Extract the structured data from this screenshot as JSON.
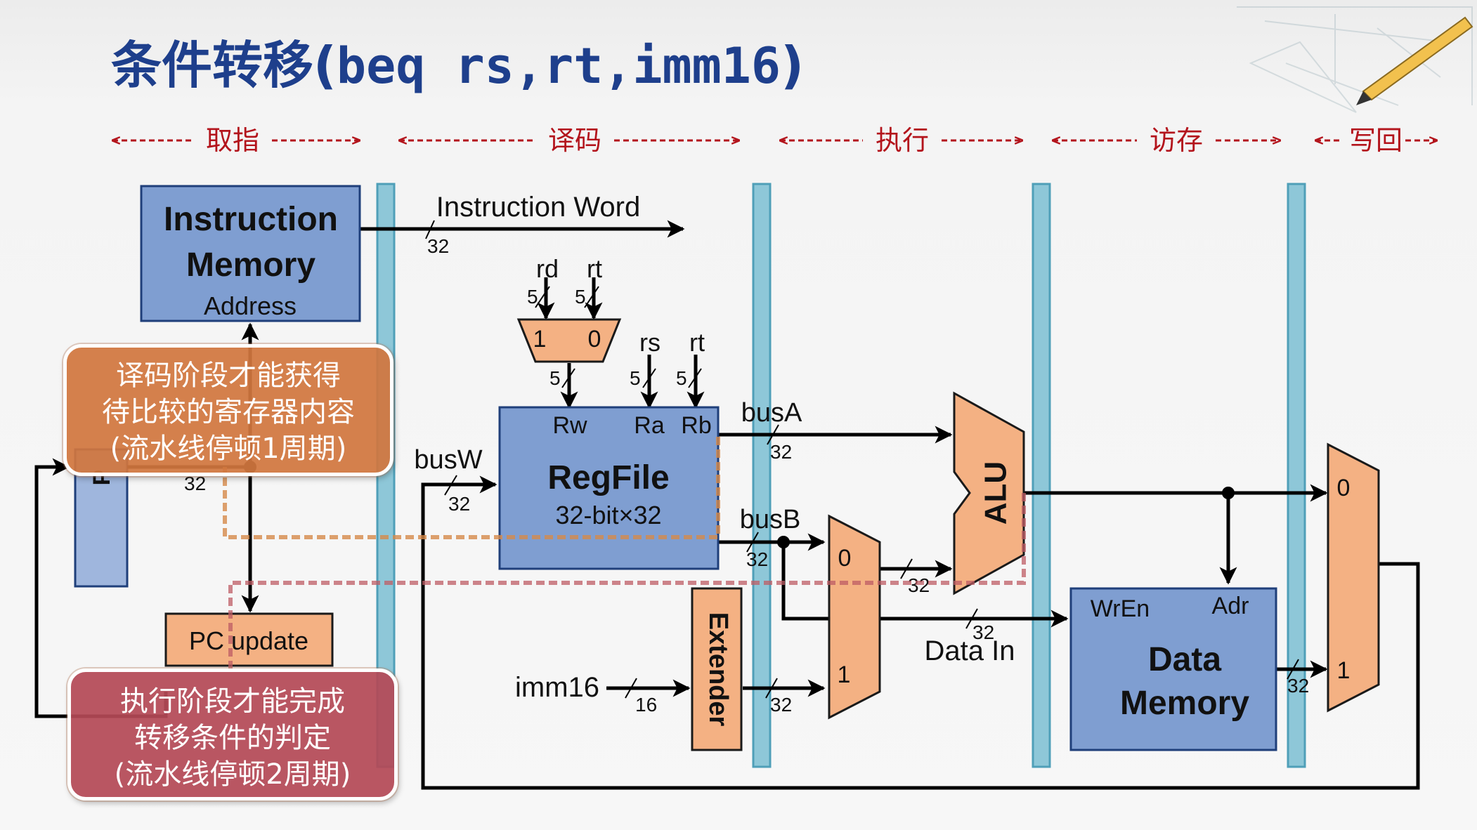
{
  "title": {
    "main": "条件转移",
    "paren_open": "(",
    "code": "beq rs,rt,imm16",
    "paren_close": ")"
  },
  "stages": [
    {
      "label": "取指"
    },
    {
      "label": "译码"
    },
    {
      "label": "执行"
    },
    {
      "label": "访存"
    },
    {
      "label": "写回"
    }
  ],
  "blocks": {
    "instruction_memory": {
      "line1": "Instruction",
      "line2": "Memory",
      "port": "Address"
    },
    "regfile": {
      "name": "RegFile",
      "size": "32-bit×32",
      "rw": "Rw",
      "ra": "Ra",
      "rb": "Rb"
    },
    "pc_update": "PC update",
    "extender": "Extender",
    "alu": "ALU",
    "data_memory": {
      "line1": "Data",
      "line2": "Memory",
      "wren": "WrEn",
      "adr": "Adr"
    },
    "pc_partial": "P"
  },
  "signals": {
    "instruction_word": "Instruction Word",
    "rd": "rd",
    "rt": "rt",
    "rs": "rs",
    "busA": "busA",
    "busB": "busB",
    "busW": "busW",
    "imm16": "imm16",
    "data_in": "Data In",
    "mux_0": "0",
    "mux_1": "1"
  },
  "widths": {
    "w32": "32",
    "w5": "5",
    "w16": "16"
  },
  "callouts": {
    "decode": [
      "译码阶段才能获得",
      "待比较的寄存器内容",
      "(流水线停顿1周期)"
    ],
    "execute": [
      "执行阶段才能完成",
      "转移条件的判定",
      "(流水线停顿2周期)"
    ]
  },
  "colors": {
    "title": "#1e3f8c",
    "stage_label": "#b3141c",
    "block_blue": "#7f9ed1",
    "block_orange": "#f4b183",
    "pipeline_register": "#8ec7d8",
    "callout_orange": "#d1763e",
    "callout_red": "#b44956"
  }
}
